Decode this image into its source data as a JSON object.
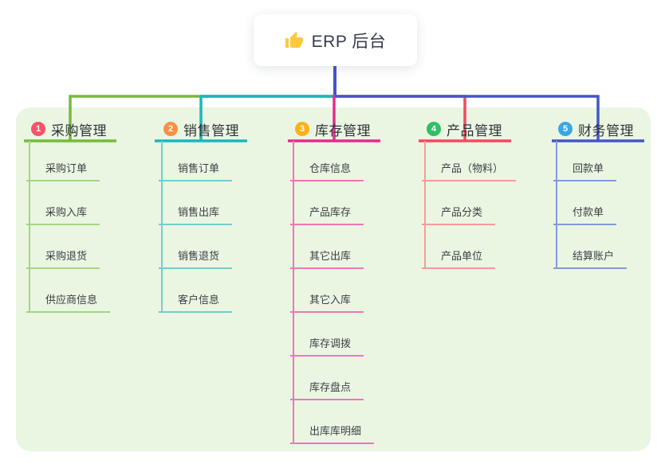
{
  "root": {
    "icon": "thumbs-up-icon",
    "icon_color": "#ffc83d",
    "label": "ERP 后台"
  },
  "panel_color": "#eaf6e2",
  "branches": [
    {
      "index": "1",
      "label": "采购管理",
      "badge_color": "#f75368",
      "line_color": "#76b93f",
      "light_color": "#a6d57f",
      "children": [
        "采购订单",
        "采购入库",
        "采购退货",
        "供应商信息"
      ]
    },
    {
      "index": "2",
      "label": "销售管理",
      "badge_color": "#fb8f44",
      "line_color": "#1cb5bd",
      "light_color": "#72cdd2",
      "children": [
        "销售订单",
        "销售出库",
        "销售退货",
        "客户信息"
      ]
    },
    {
      "index": "3",
      "label": "库存管理",
      "badge_color": "#fcb116",
      "line_color": "#e12d8e",
      "light_color": "#f075b8",
      "children": [
        "仓库信息",
        "产品库存",
        "其它出库",
        "其它入库",
        "库存调拨",
        "库存盘点",
        "出库库明细"
      ]
    },
    {
      "index": "4",
      "label": "产品管理",
      "badge_color": "#2fbf64",
      "line_color": "#f4495d",
      "light_color": "#f79a9d",
      "children": [
        "产品（物料）",
        "产品分类",
        "产品单位"
      ]
    },
    {
      "index": "5",
      "label": "财务管理",
      "badge_color": "#38a7e8",
      "line_color": "#4456c7",
      "light_color": "#8399dc",
      "children": [
        "回款单",
        "付款单",
        "结算账户"
      ]
    }
  ]
}
